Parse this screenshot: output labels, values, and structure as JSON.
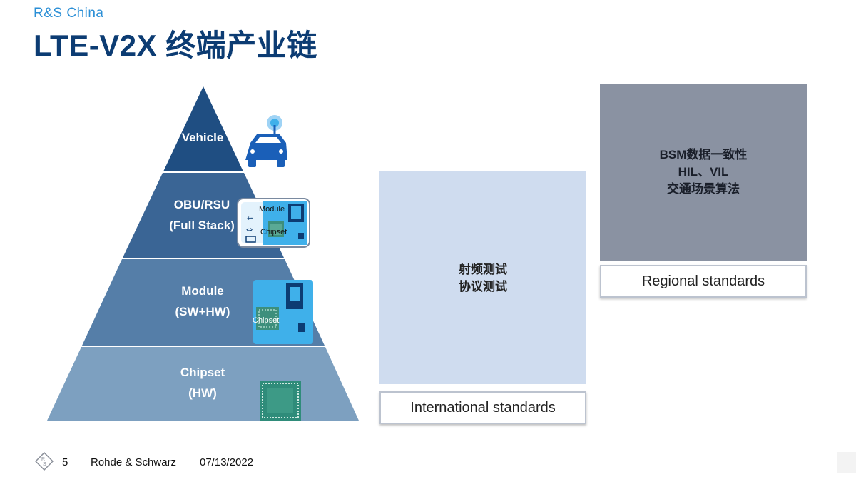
{
  "header": {
    "brand": "R&S China",
    "title": "LTE-V2X 终端产业链"
  },
  "pyramid": {
    "tiers": [
      {
        "line1": "Vehicle",
        "line2": ""
      },
      {
        "line1": "OBU/RSU",
        "line2": "(Full Stack)"
      },
      {
        "line1": "Module",
        "line2": "(SW+HW)"
      },
      {
        "line1": "Chipset",
        "line2": "(HW)"
      }
    ],
    "obu_icon": {
      "module_label": "Module",
      "chipset_label": "Chipset"
    },
    "module_icon": {
      "chipset_label": "Chipset"
    }
  },
  "international": {
    "line1": "射频测试",
    "line2": "协议测试",
    "label": "International standards"
  },
  "regional": {
    "line1": "BSM数据一致性",
    "line2": "HIL、VIL",
    "line3": "交通场景算法",
    "label": "Regional standards"
  },
  "footer": {
    "page": "5",
    "company": "Rohde & Schwarz",
    "date": "07/13/2022"
  },
  "colors": {
    "title": "#0c3c73",
    "brand": "#2b8fd6",
    "tier1": "#1f4e82",
    "tier2": "#3a6595",
    "tier3": "#557ea8",
    "tier4": "#7da0c0",
    "light_box": "#cfdcef",
    "dark_box": "#8a92a2"
  }
}
